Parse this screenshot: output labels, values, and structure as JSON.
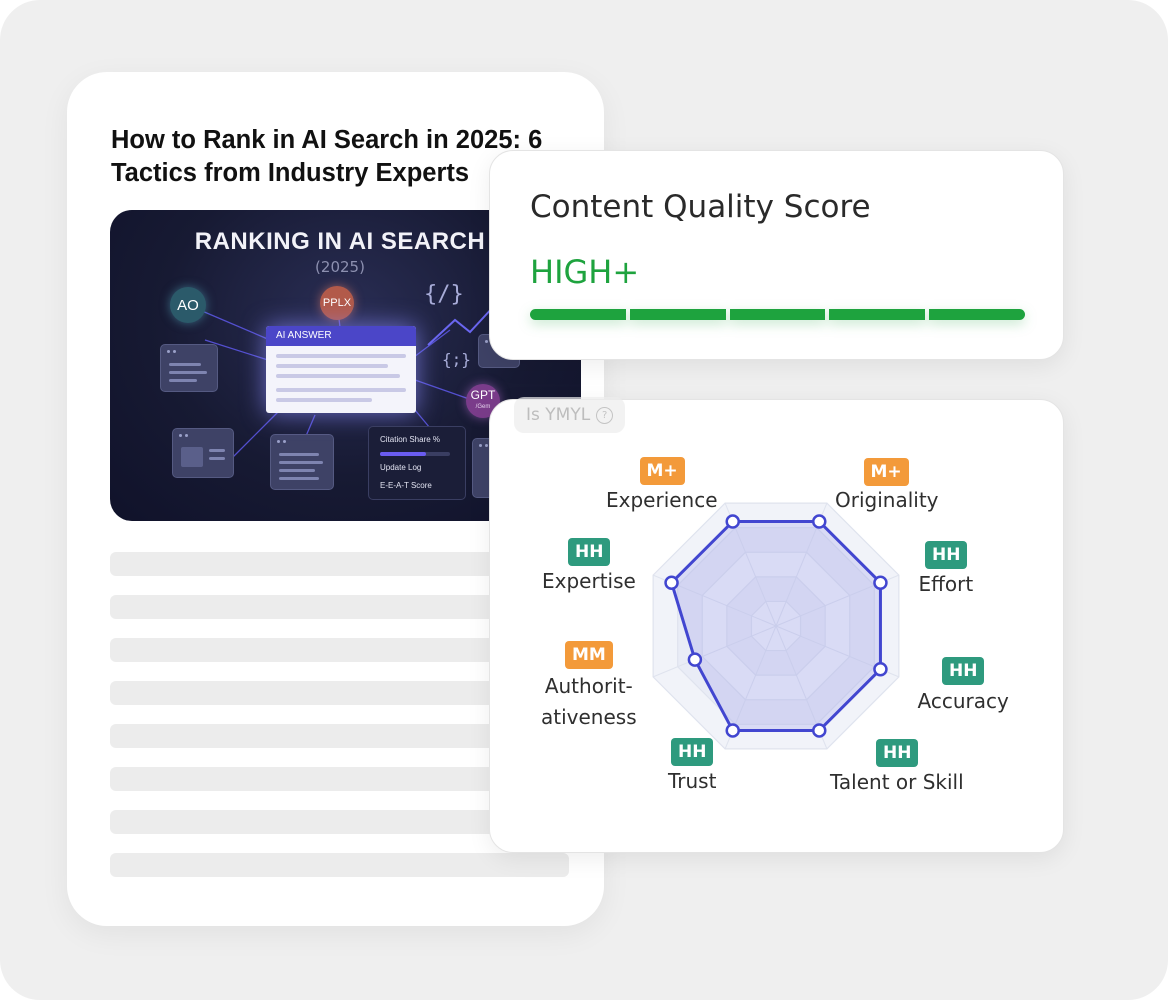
{
  "article": {
    "title": "How to Rank in AI Search in 2025: 6 Tactics from Industry Experts",
    "hero": {
      "title": "RANKING IN AI SEARCH",
      "year": "(2025)",
      "nodes": {
        "ao": "AO",
        "pplx": "PPLX",
        "gpt": "GPT",
        "gpt_sub": "/Gem"
      },
      "code_glyph": "{/}",
      "code_glyph_small": "{;}",
      "ai_answer_label": "AI ANSWER",
      "metrics": [
        "Citation Share %",
        "Update Log",
        "E-E-A-T Score"
      ],
      "citation_share_fill": 0.65
    }
  },
  "score": {
    "title": "Content Quality Score",
    "value": "HIGH+",
    "segments": 5,
    "color": "#1ea33e"
  },
  "ymyl": {
    "label": "Is YMYL",
    "icon": "question-circle-icon"
  },
  "radar": {
    "axes": [
      {
        "label": "Experience",
        "badge": "M+",
        "color": "#f39a3a"
      },
      {
        "label": "Originality",
        "badge": "M+",
        "color": "#f39a3a"
      },
      {
        "label": "Effort",
        "badge": "HH",
        "color": "#2e9a7e"
      },
      {
        "label": "Accuracy",
        "badge": "HH",
        "color": "#2e9a7e"
      },
      {
        "label": "Talent or Skill",
        "badge": "HH",
        "color": "#2e9a7e"
      },
      {
        "label": "Trust",
        "badge": "HH",
        "color": "#2e9a7e"
      },
      {
        "label": "Authorit-\nativeness",
        "badge": "MM",
        "color": "#f39a3a"
      },
      {
        "label": "Expertise",
        "badge": "HH",
        "color": "#2e9a7e"
      }
    ],
    "values": [
      0.85,
      0.85,
      0.85,
      0.85,
      0.85,
      0.85,
      0.66,
      0.85
    ],
    "series_color": "#4246d0"
  }
}
